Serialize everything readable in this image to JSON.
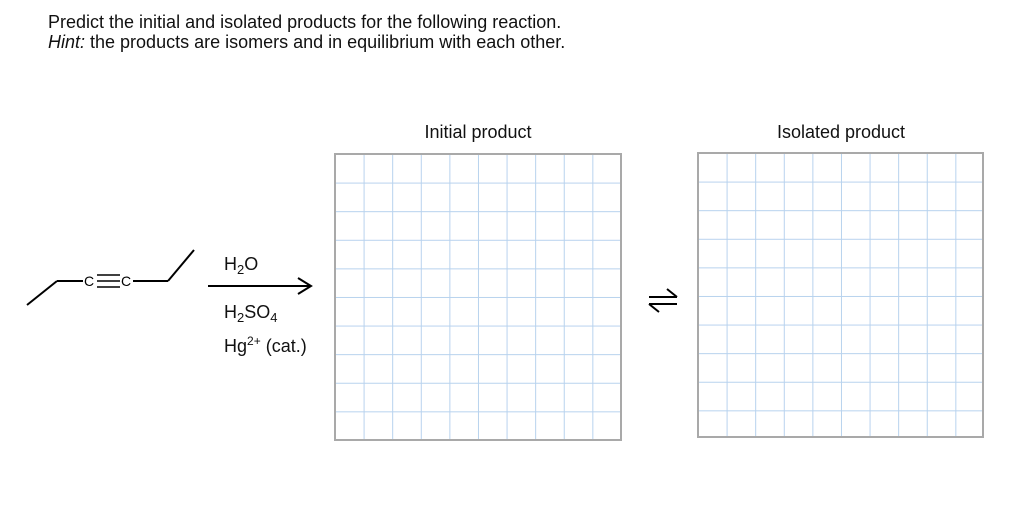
{
  "question": {
    "line1": "Predict the initial and isolated products for the following reaction.",
    "hint_label": "Hint:",
    "hint_text": " the products are isomers and in equilibrium with each other."
  },
  "reactant": {
    "atom1": "C",
    "atom2": "C"
  },
  "reagents": {
    "above": {
      "base": "H",
      "sub": "2",
      "tail": "O"
    },
    "below1": {
      "base": "H",
      "sub": "2",
      "mid": "SO",
      "sub2": "4"
    },
    "below2": {
      "base": "Hg",
      "sup": "2+",
      "tail": " (cat.)"
    }
  },
  "boxes": {
    "initial_title": "Initial product",
    "isolated_title": "Isolated product"
  },
  "icons": {
    "reaction_arrow": "right-arrow-icon",
    "equilibrium": "equilibrium-arrows-icon"
  },
  "colors": {
    "grid_line": "#b7d2ee",
    "grid_border": "#a9a9a9"
  }
}
